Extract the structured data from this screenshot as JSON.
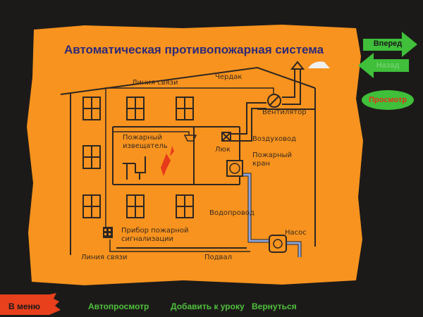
{
  "title": "Автоматическая противопожарная система",
  "diagram": {
    "attic": "Чердак",
    "comm_line_top": "Линия связи",
    "fan": "Вентилятор",
    "duct": "Воздуховод",
    "hatch": "Люк",
    "detector": [
      "Пожарный",
      "извещатель"
    ],
    "hydrant": [
      "Пожарный",
      "кран"
    ],
    "water_pipe": "Водопровод",
    "pump": "Насос",
    "alarm_device": [
      "Прибор пожарной",
      "сигнализации"
    ],
    "comm_line_bottom": "Линия связи",
    "basement": "Подвал"
  },
  "nav": {
    "forward": "Вперед",
    "back": "Назад",
    "preview": "Просмотр"
  },
  "bottom": {
    "menu": "В меню",
    "autoplay": "Автопросмотр",
    "add_to_lesson": "Добавить к уроку",
    "return": "Вернуться"
  },
  "colors": {
    "board": "#f7931e",
    "nav_green": "#3fbf3a",
    "menu_red": "#e8401c",
    "pipe_blue": "#8fa6d8"
  }
}
